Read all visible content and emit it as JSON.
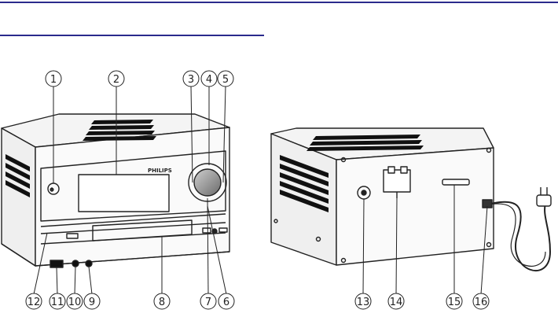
{
  "brand": "PHILIPS",
  "callouts": {
    "c1": "1",
    "c2": "2",
    "c3": "3",
    "c4": "4",
    "c5": "5",
    "c6": "6",
    "c7": "7",
    "c8": "8",
    "c9": "9",
    "c10": "10",
    "c11": "11",
    "c12": "12",
    "c13": "13",
    "c14": "14",
    "c15": "15",
    "c16": "16"
  },
  "colors": {
    "rule": "#2a2a8c",
    "ink": "#222222"
  }
}
